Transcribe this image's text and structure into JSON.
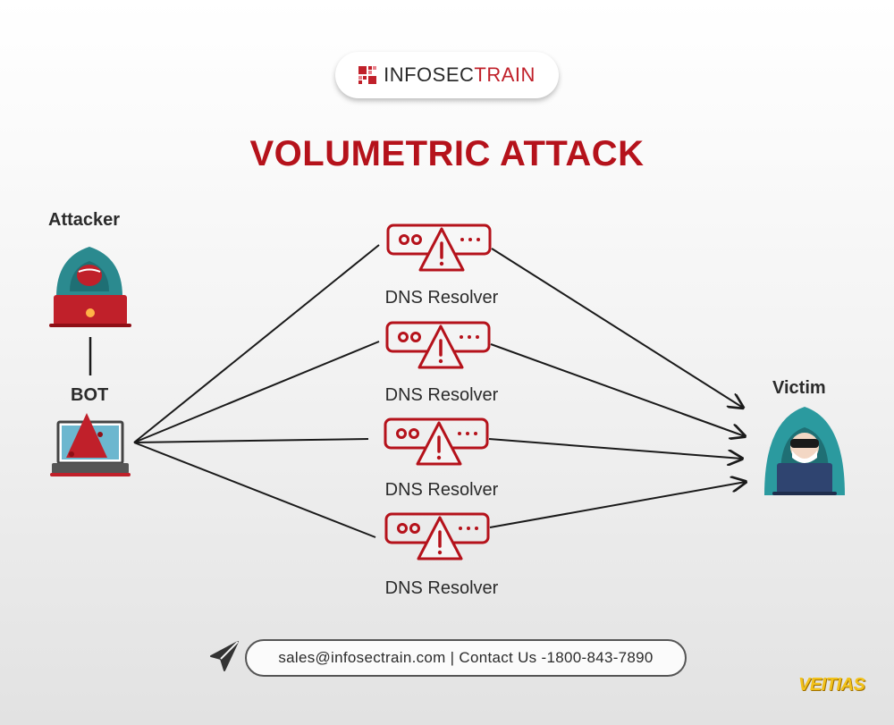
{
  "logo": {
    "text_main": "INFOSEC",
    "text_accent": "TRAIN"
  },
  "title": "VOLUMETRIC ATTACK",
  "nodes": {
    "attacker": "Attacker",
    "bot": "BOT",
    "victim": "Victim",
    "resolvers": [
      "DNS Resolver",
      "DNS Resolver",
      "DNS Resolver",
      "DNS Resolver"
    ]
  },
  "contact": "sales@infosectrain.com | Contact Us -1800-843-7890",
  "watermark": "VEITIAS",
  "colors": {
    "brand_red": "#b5121b",
    "teal": "#2b8a8f",
    "dark": "#2b2b2b",
    "watermark": "#f2c21b"
  },
  "icons": [
    "infosectrain-logo-icon",
    "hacker-laptop-icon",
    "infected-computer-icon",
    "server-warning-icon",
    "victim-hacker-icon",
    "cursor-arrow-icon"
  ]
}
